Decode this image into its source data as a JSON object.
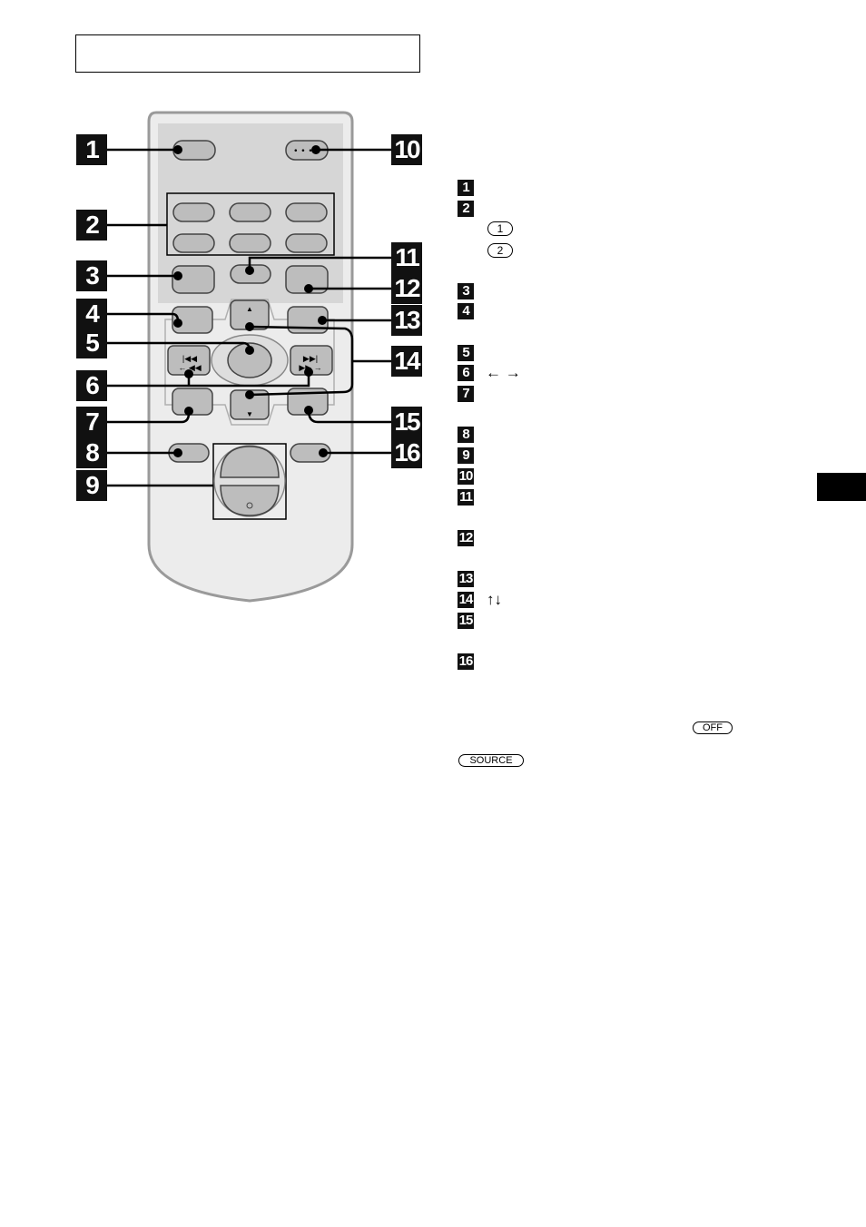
{
  "callouts": [
    {
      "n": "1"
    },
    {
      "n": "2"
    },
    {
      "n": "3"
    },
    {
      "n": "4"
    },
    {
      "n": "5"
    },
    {
      "n": "6"
    },
    {
      "n": "7"
    },
    {
      "n": "8"
    },
    {
      "n": "9"
    },
    {
      "n": "10"
    },
    {
      "n": "11"
    },
    {
      "n": "12"
    },
    {
      "n": "13"
    },
    {
      "n": "14"
    },
    {
      "n": "15"
    },
    {
      "n": "16"
    }
  ],
  "list": {
    "items": [
      "1",
      "2",
      "3",
      "4",
      "5",
      "6",
      "7",
      "8",
      "9",
      "10",
      "11",
      "12",
      "13",
      "14",
      "15",
      "16"
    ],
    "sub_1": "1",
    "sub_2": "2",
    "arrows_left_right": "← →",
    "arrows_up_down": "↑↓"
  },
  "button_labels": {
    "off": "OFF",
    "source": "SOURCE"
  },
  "colors": {
    "panel_top": "#dcdcdc",
    "remote_body": "#ececec",
    "button_fill": "#bdbdbd",
    "callout_bg": "#111111"
  }
}
